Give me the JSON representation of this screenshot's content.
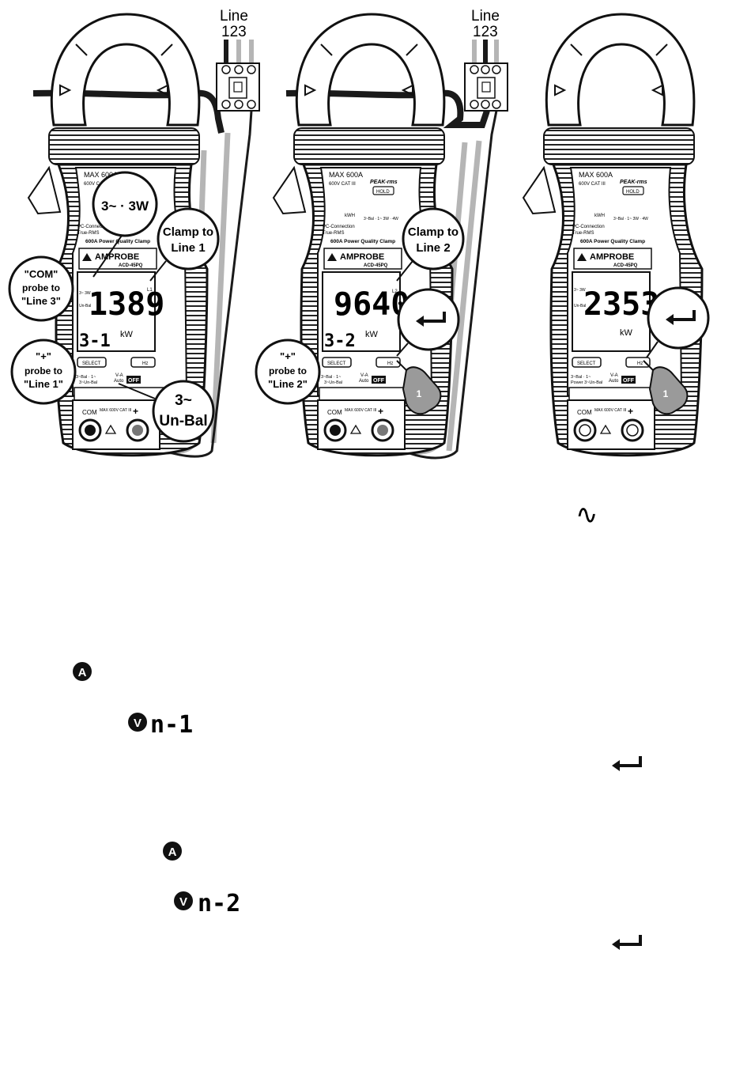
{
  "line_label": "Line",
  "line_numbers": "123",
  "meters": [
    {
      "max_label": "MAX 600A",
      "cat_label": "600V CAT III",
      "brand": "AMPROBE",
      "model": "ACD-45PQ",
      "reading": "1389",
      "sub_reading": "3-1",
      "unit": "kW",
      "left_indicator": "3~ 3W",
      "unbal_indicator": "Un-Bal",
      "side_indicator": "L1",
      "pc_label": "PC-Connection",
      "trms_label": "True-RMS",
      "quality_label": "600A Power Quality Clamp",
      "com_label": "COM",
      "plus_label": "+",
      "cat_small": "MAX 600V CAT III",
      "select_label": "SELECT",
      "hz_label": "Hz",
      "off_label": "OFF",
      "va_label": "V-A",
      "auto_label": "Auto",
      "mode_label": "3~Bal · 1~",
      "mode_label2": "3~Un-Bal",
      "hold_label": "",
      "peak_label": "",
      "kwh_label": "",
      "wire_label": ""
    },
    {
      "max_label": "MAX 600A",
      "cat_label": "600V CAT III",
      "brand": "AMPROBE",
      "model": "ACD-45PQ",
      "reading": "9640",
      "sub_reading": "3-2",
      "unit": "kW",
      "left_indicator": "",
      "unbal_indicator": "",
      "side_indicator": "L2",
      "pc_label": "PC-Connection",
      "trms_label": "True-RMS",
      "quality_label": "600A Power Quality Clamp",
      "com_label": "COM",
      "plus_label": "+",
      "cat_small": "MAX 600V CAT III",
      "select_label": "SELECT",
      "hz_label": "Hz",
      "off_label": "OFF",
      "va_label": "V-A",
      "auto_label": "Auto",
      "mode_label": "3~Bal · 1~",
      "mode_label2": "3~Un-Bal",
      "hold_label": "HOLD",
      "peak_label": "PEAK-rms",
      "kwh_label": "kWH",
      "wire_label": "3~Bal · 1~ 3W · 4W"
    },
    {
      "max_label": "MAX 600A",
      "cat_label": "600V CAT III",
      "brand": "AMPROBE",
      "model": "ACD-45PQ",
      "reading": "2353",
      "sub_reading": "",
      "unit": "kW",
      "left_indicator": "3~ 3W",
      "unbal_indicator": "Un-Bal",
      "side_indicator": "",
      "pc_label": "PC-Connection",
      "trms_label": "True-RMS",
      "quality_label": "600A Power Quality Clamp",
      "com_label": "COM",
      "plus_label": "+",
      "cat_small": "MAX 600V CAT III",
      "select_label": "SELECT",
      "hz_label": "Hz",
      "off_label": "OFF",
      "va_label": "V-A",
      "auto_label": "Auto",
      "mode_label": "3~Bal · 1~",
      "mode_label2": "Power 3~Un-Bal",
      "hold_label": "HOLD",
      "peak_label": "PEAK-rms",
      "kwh_label": "kWH",
      "wire_label": "3~Bal · 1~ 3W · 4W"
    }
  ],
  "callouts": {
    "wiring": "3~ · 3W",
    "clamp1": [
      "Clamp to",
      "Line 1"
    ],
    "com_probe": [
      "\"COM\"",
      "probe to",
      "\"Line 3\""
    ],
    "plus_probe1": [
      "\"+\"",
      "probe to",
      "\"Line 1\""
    ],
    "unbal": [
      "3~",
      "Un-Bal"
    ],
    "clamp2": [
      "Clamp to",
      "Line 2"
    ],
    "plus_probe2": [
      "\"+\"",
      "probe to",
      "\"Line 2\""
    ],
    "finger_number": "1"
  },
  "symbols": {
    "ac_symbol": "∿",
    "step_a_letter": "A",
    "step_v_letter": "V",
    "seg_text_1": "n-1",
    "seg_text_2": "n-2",
    "enter_icon": "enter-arrow-icon",
    "colors": {
      "ink": "#111111",
      "body_fill": "#ffffff",
      "grip_fill": "#d9d9d9",
      "wire_dark": "#1a1a1a",
      "wire_light": "#b5b5b5"
    }
  }
}
